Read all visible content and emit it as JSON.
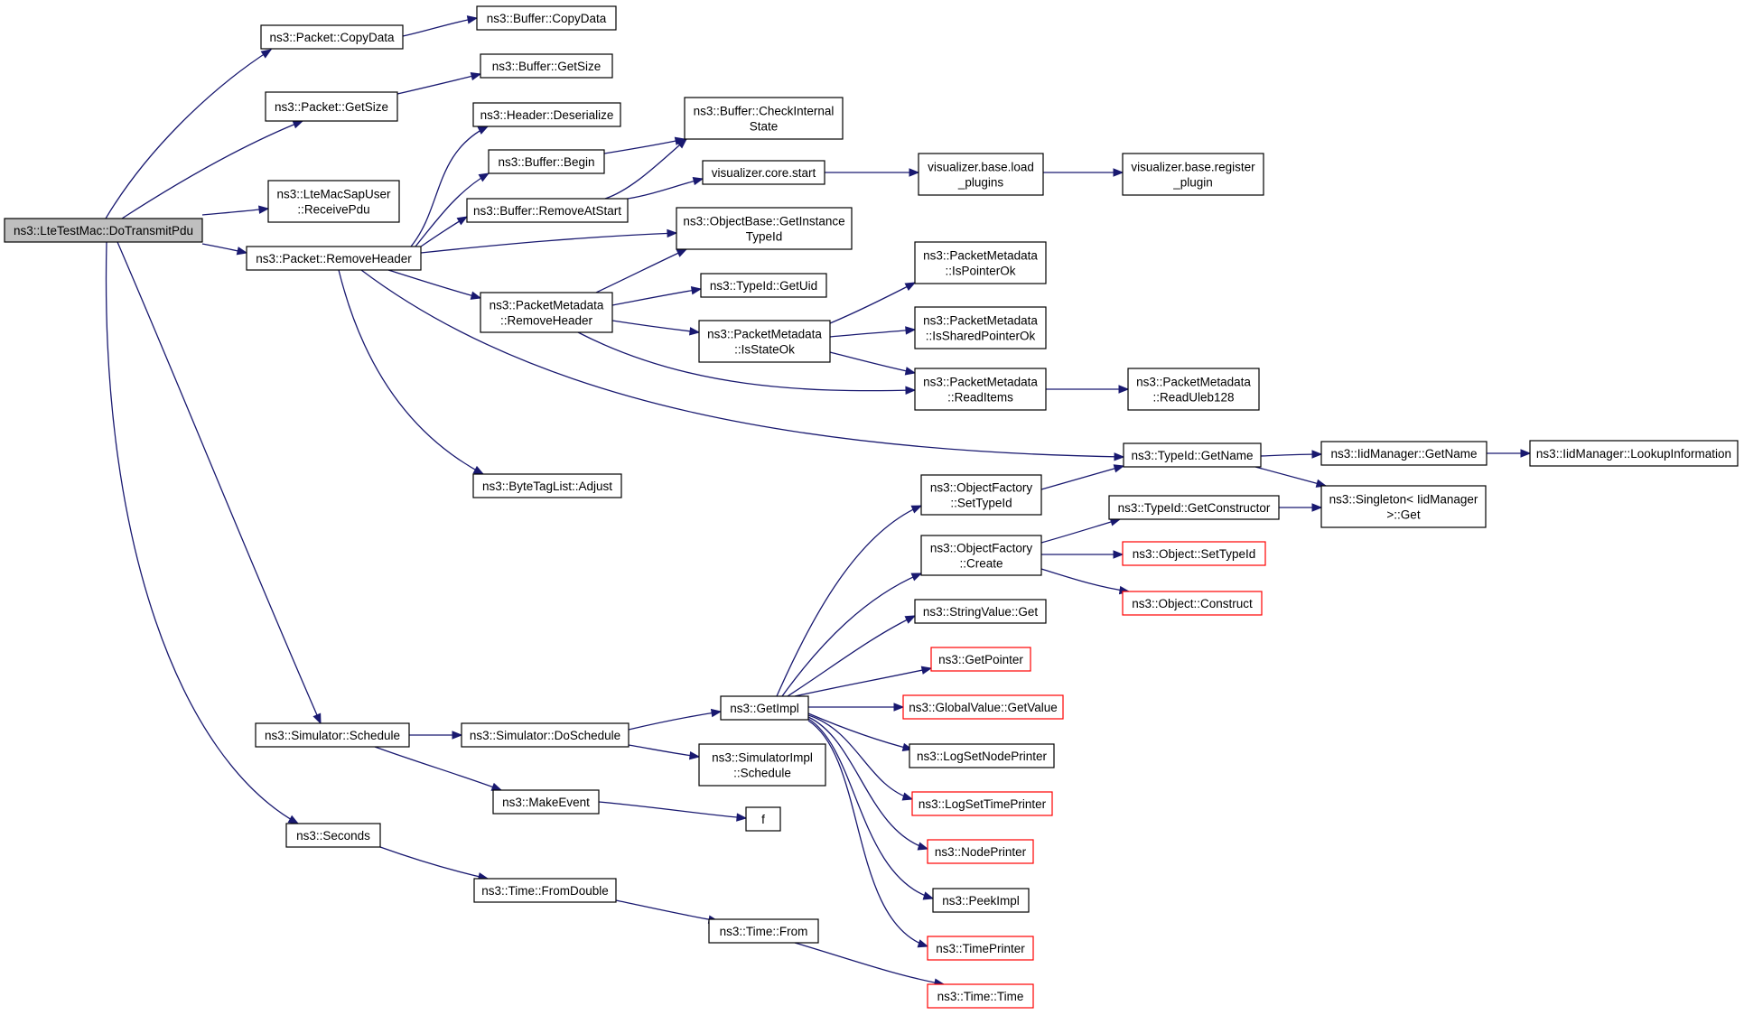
{
  "graph": {
    "nodes": {
      "root": [
        "ns3::LteTestMac::DoTransmitPdu"
      ],
      "packet_copydata": [
        "ns3::Packet::CopyData"
      ],
      "buffer_copydata": [
        "ns3::Buffer::CopyData"
      ],
      "packet_getsize": [
        "ns3::Packet::GetSize"
      ],
      "buffer_getsize": [
        "ns3::Buffer::GetSize"
      ],
      "header_deserialize": [
        "ns3::Header::Deserialize"
      ],
      "buffer_checkinternalstate": [
        "ns3::Buffer::CheckInternal",
        "State"
      ],
      "buffer_begin": [
        "ns3::Buffer::Begin"
      ],
      "ltemacsapuser_receivepdu": [
        "ns3::LteMacSapUser",
        "::ReceivePdu"
      ],
      "buffer_removeatstart": [
        "ns3::Buffer::RemoveAtStart"
      ],
      "visualizer_core_start": [
        "visualizer.core.start"
      ],
      "visualizer_base_load_plugins": [
        "visualizer.base.load",
        "_plugins"
      ],
      "visualizer_base_register_plugin": [
        "visualizer.base.register",
        "_plugin"
      ],
      "objectbase_getinstancetypeid": [
        "ns3::ObjectBase::GetInstance",
        "TypeId"
      ],
      "packet_removeheader": [
        "ns3::Packet::RemoveHeader"
      ],
      "packetmetadata_ispointerok": [
        "ns3::PacketMetadata",
        "::IsPointerOk"
      ],
      "typeid_getuid": [
        "ns3::TypeId::GetUid"
      ],
      "packetmetadata_removeheader": [
        "ns3::PacketMetadata",
        "::RemoveHeader"
      ],
      "packetmetadata_isstateok": [
        "ns3::PacketMetadata",
        "::IsStateOk"
      ],
      "packetmetadata_issharedpointerok": [
        "ns3::PacketMetadata",
        "::IsSharedPointerOk"
      ],
      "packetmetadata_readitems": [
        "ns3::PacketMetadata",
        "::ReadItems"
      ],
      "packetmetadata_readuleb128": [
        "ns3::PacketMetadata",
        "::ReadUleb128"
      ],
      "typeid_getname": [
        "ns3::TypeId::GetName"
      ],
      "iidmanager_getname": [
        "ns3::IidManager::GetName"
      ],
      "iidmanager_lookupinformation": [
        "ns3::IidManager::LookupInformation"
      ],
      "bytetaglist_adjust": [
        "ns3::ByteTagList::Adjust"
      ],
      "objectfactory_settypeid": [
        "ns3::ObjectFactory",
        "::SetTypeId"
      ],
      "typeid_getconstructor": [
        "ns3::TypeId::GetConstructor"
      ],
      "singleton_get": [
        "ns3::Singleton< IidManager",
        " >::Get"
      ],
      "objectfactory_create": [
        "ns3::ObjectFactory",
        "::Create"
      ],
      "object_settypeid": [
        "ns3::Object::SetTypeId"
      ],
      "object_construct": [
        "ns3::Object::Construct"
      ],
      "stringvalue_get": [
        "ns3::StringValue::Get"
      ],
      "getpointer": [
        "ns3::GetPointer"
      ],
      "getimpl": [
        "ns3::GetImpl"
      ],
      "globalvalue_getvalue": [
        "ns3::GlobalValue::GetValue"
      ],
      "simulator_schedule": [
        "ns3::Simulator::Schedule"
      ],
      "simulator_doschedule": [
        "ns3::Simulator::DoSchedule"
      ],
      "logsetnodeprinter": [
        "ns3::LogSetNodePrinter"
      ],
      "simulatorimpl_schedule": [
        "ns3::SimulatorImpl",
        "::Schedule"
      ],
      "logsettimeprinter": [
        "ns3::LogSetTimePrinter"
      ],
      "makeevent": [
        "ns3::MakeEvent"
      ],
      "f": [
        "f"
      ],
      "seconds": [
        "ns3::Seconds"
      ],
      "nodeprinter": [
        "ns3::NodePrinter"
      ],
      "time_fromdouble": [
        "ns3::Time::FromDouble"
      ],
      "peekimpl": [
        "ns3::PeekImpl"
      ],
      "time_from": [
        "ns3::Time::From"
      ],
      "timeprinter": [
        "ns3::TimePrinter"
      ],
      "time_time": [
        "ns3::Time::Time"
      ]
    }
  }
}
